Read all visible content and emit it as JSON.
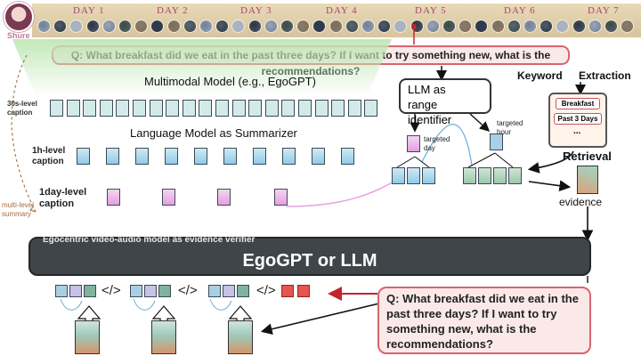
{
  "banner": {
    "avatar_name": "Shure",
    "days": [
      "DAY 1",
      "DAY 2",
      "DAY 3",
      "DAY 4",
      "DAY 5",
      "DAY 6",
      "DAY 7"
    ]
  },
  "question_top": "Q: What breakfast did we eat in the past three days? If I want to try something new, what is the recommendations?",
  "question_bottom": "Q: What breakfast did we eat in the past three days? If I want to try something new, what is the recommendations?",
  "left": {
    "multimodal_title": "Multimodal Model (e.g., EgoGPT)",
    "summarizer_title": "Language Model as Summarizer",
    "level_30s": "30s-level caption",
    "level_1h_line1": "1h-level",
    "level_1h_line2": "caption",
    "level_1day_line1": "1day-level",
    "level_1day_line2": "caption",
    "multilevel_line1": "multi-level",
    "multilevel_line2": "summary"
  },
  "middle": {
    "llm_line1": "LLM as",
    "llm_line2": "range identifier",
    "targeted_day_line1": "targeted",
    "targeted_day_line2": "day",
    "targeted_hour_line1": "targeted",
    "targeted_hour_line2": "hour"
  },
  "right": {
    "keyword_label": "Keyword",
    "extraction_label": "Extraction",
    "kw_breakfast": "Breakfast",
    "kw_past3": "Past 3 Days",
    "kw_more": "...",
    "retrieval_label": "Retrieval",
    "evidence_label": "evidence"
  },
  "verifier": {
    "subtitle": "Egocentric video-audio model as evidence verifier",
    "title": "EgoGPT or LLM"
  },
  "bottom": {
    "code_tag": "</>"
  },
  "colors": {
    "accent_red": "#d9646d",
    "verifier_bg": "#3f4549",
    "gradient_green": "#c7ecc0"
  }
}
